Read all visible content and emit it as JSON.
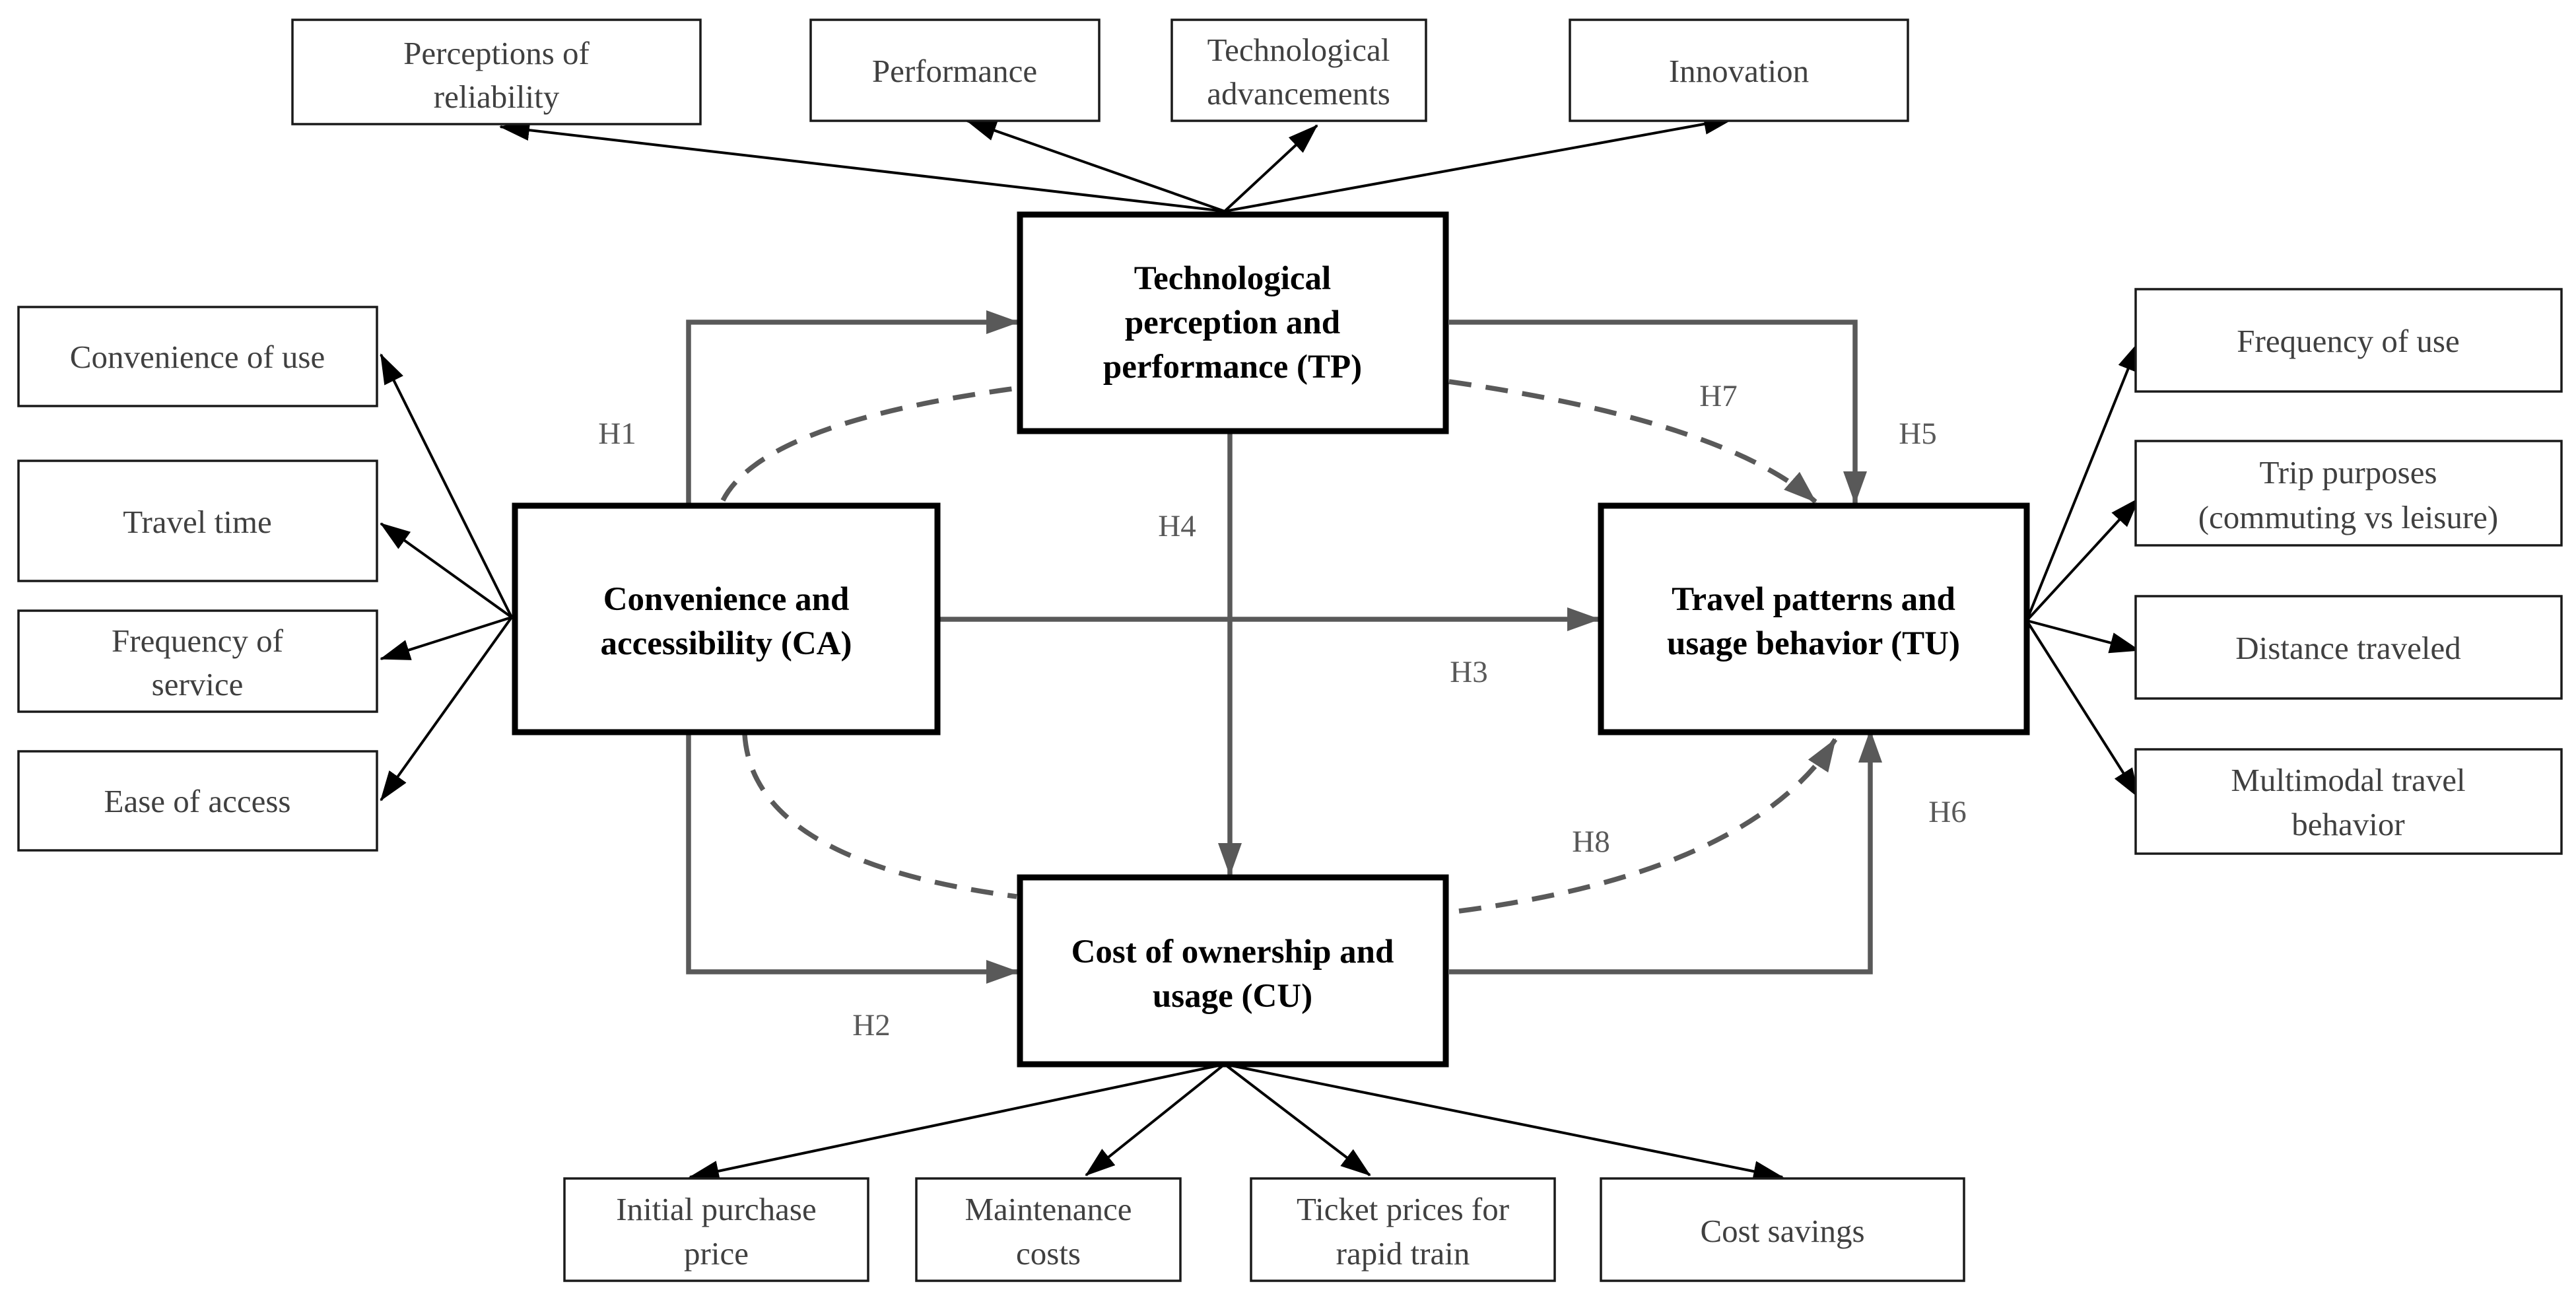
{
  "constructs": {
    "tp": [
      "Technological",
      "perception and",
      "performance (TP)"
    ],
    "ca": [
      "Convenience and",
      "accessibility (CA)"
    ],
    "tu": [
      "Travel patterns and",
      "usage behavior (TU)"
    ],
    "cu": [
      "Cost of ownership and",
      "usage (CU)"
    ]
  },
  "indicators": {
    "tp": [
      [
        "Perceptions of",
        "reliability"
      ],
      [
        "Performance"
      ],
      [
        "Technological",
        "advancements"
      ],
      [
        "Innovation"
      ]
    ],
    "ca": [
      [
        "Convenience of use"
      ],
      [
        "Travel time"
      ],
      [
        "Frequency of",
        "service"
      ],
      [
        "Ease of access"
      ]
    ],
    "tu": [
      [
        "Frequency of use"
      ],
      [
        "Trip purposes",
        "(commuting vs leisure)"
      ],
      [
        "Distance traveled"
      ],
      [
        "Multimodal travel",
        "behavior"
      ]
    ],
    "cu": [
      [
        "Initial purchase",
        "price"
      ],
      [
        "Maintenance",
        "costs"
      ],
      [
        "Ticket prices for",
        "rapid train"
      ],
      [
        "Cost savings"
      ]
    ]
  },
  "hypotheses": [
    "H1",
    "H2",
    "H3",
    "H4",
    "H5",
    "H6",
    "H7",
    "H8"
  ]
}
